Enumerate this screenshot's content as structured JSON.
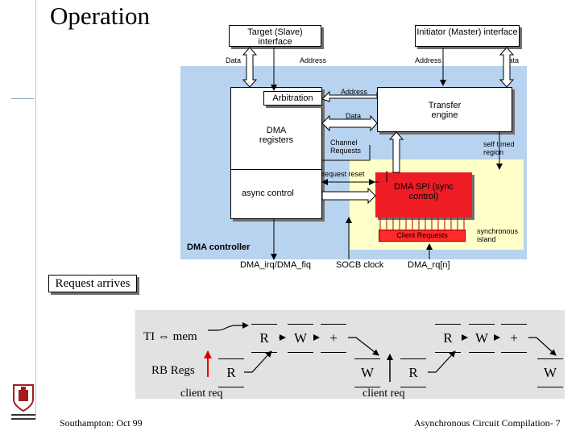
{
  "slide": {
    "title": "Operation",
    "footer_left": "Southampton: Oct 99",
    "footer_right": "Asynchronous Circuit Compilation- 7"
  },
  "diagram": {
    "target_interface": "Target (Slave) interface",
    "initiator_interface": "Initiator (Master) interface",
    "data_left": "Data",
    "address_top": "Address",
    "address_right": "Address",
    "data_right": "Data",
    "arbitration": "Arbitration",
    "address_mid": "Address",
    "data_mid": "Data",
    "transfer_engine": "Transfer engine",
    "dma_registers": "DMA registers",
    "channel_requests": "Channel Requests",
    "self_timed_region": "self timed region",
    "request_reset": "request reset",
    "async_control": "async control",
    "dma_spi": "DMA SPI (sync control)",
    "client_requests": "Client Requests",
    "synchronous_island": "synchronous island",
    "dma_controller": "DMA controller",
    "dma_irq": "DMA_irq/DMA_fiq",
    "socb_clock": "SOCB clock",
    "dma_rq": "DMA_rq[n]"
  },
  "timing": {
    "request_arrives": "Request arrives",
    "ti_mem": "TI ⇔ mem",
    "rb_regs": "RB Regs",
    "client_req_1": "client req",
    "client_req_2": "client req",
    "top_r1": "R",
    "top_w1": "W",
    "top_plus1": "+",
    "top_r2": "R",
    "top_w2": "W",
    "top_plus2": "+",
    "bot_r1": "R",
    "bot_w1": "W",
    "bot_r2": "R",
    "bot_w2": "W"
  },
  "colors": {
    "blue_region": "#b7d3f0",
    "yellow_region": "#ffffc8",
    "spi_red": "#ee1c25",
    "client_req_box": "#ff2a2a",
    "arrow_red": "#e00000"
  },
  "icons": [
    "university-crest-logo"
  ]
}
